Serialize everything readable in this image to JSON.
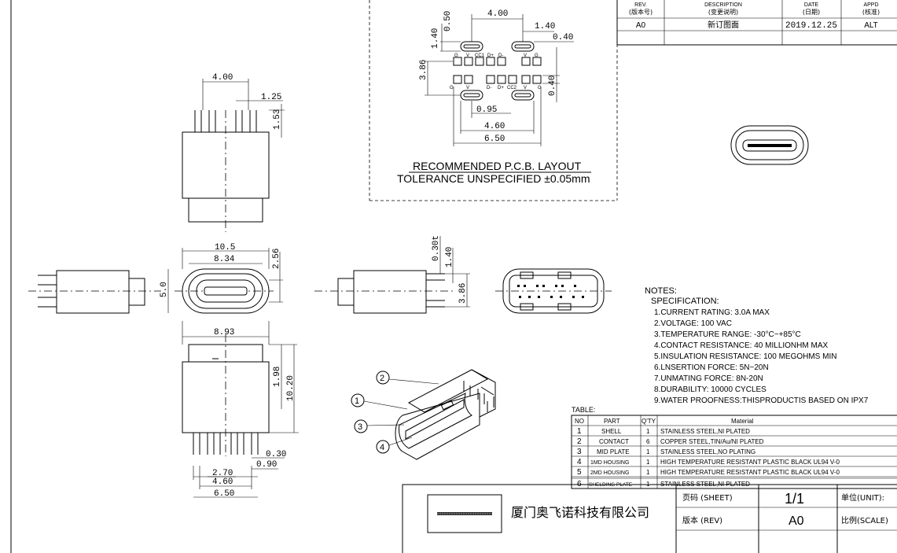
{
  "revision_table": {
    "headers": [
      {
        "en": "REV.",
        "cn": "(版本号)"
      },
      {
        "en": "DESCRIPTION",
        "cn": "(变更说明)"
      },
      {
        "en": "DATE",
        "cn": "(日期)"
      },
      {
        "en": "APPD",
        "cn": "(核准)"
      }
    ],
    "row": {
      "rev": "A0",
      "desc": "新订图面",
      "date": "2019.12.25",
      "appd": "ALT"
    }
  },
  "pcb_layout": {
    "title": "RECOMMENDED   P.C.B.  LAYOUT",
    "tolerance": "TOLERANCE  UNSPECIFIED  ±0.05mm",
    "dims": {
      "w400": "4.00",
      "w140": "1.40",
      "w040a": "0.40",
      "h140": "1.40",
      "h050": "0.50",
      "h386": "3.86",
      "h040": "0.40",
      "w095": "0.95",
      "w460": "4.60",
      "w650": "6.50"
    },
    "pin_labels_top": [
      "G",
      "V",
      "CC1",
      "D+",
      "D-",
      "V",
      "G"
    ],
    "pin_labels_bot": [
      "G",
      "V",
      "D-",
      "D+",
      "CC2",
      "V",
      "G"
    ]
  },
  "top_view": {
    "w400": "4.00",
    "w125": "1.25",
    "h153": "1.53"
  },
  "front_view": {
    "w105": "10.5",
    "w834": "8.34",
    "h256": "2.56",
    "h50": "5.0"
  },
  "side_view": {
    "h030": "0.30t",
    "h140": "1.40",
    "h386": "3.86"
  },
  "bottom_view": {
    "w893": "8.93",
    "h198": "1.98",
    "h1020": "10.20",
    "w030": "0.30",
    "w090": "0.90",
    "w270": "2.70",
    "w460": "4.60",
    "w650": "6.50"
  },
  "callouts": [
    "2",
    "1",
    "3",
    "4"
  ],
  "notes": {
    "title": "NOTES:",
    "subtitle": "SPECIFICATION:",
    "items": [
      "1.CURRENT RATING: 3.0A MAX",
      "2.VOLTAGE: 100 VAC",
      "3.TEMPERATURE RANGE: -30°C~+85°C",
      "4.CONTACT RESISTANCE: 40 MILLIONHM MAX",
      "5.INSULATION RESISTANCE: 100 MEGOHMS MIN",
      "6.LNSERTION FORCE: 5N~20N",
      "7.UNMATING FORCE: 8N-20N",
      "8.DURABILITY: 10000 CYCLES",
      "9.WATER PROOFNESS:THISPRODUCTIS BASED ON IPX7"
    ]
  },
  "bom": {
    "label": "TABLE:",
    "headers": [
      "NO",
      "PART",
      "Q'TY",
      "Material"
    ],
    "rows": [
      [
        "1",
        "SHELL",
        "1",
        "STAINLESS  STEEL,NI  PLATED"
      ],
      [
        "2",
        "CONTACT",
        "6",
        "COPPER  STEEL,TIN/Au/NI  PLATED"
      ],
      [
        "3",
        "MID PLATE",
        "1",
        "STAINLESS  STEEL,NO  PLATING"
      ],
      [
        "4",
        "1MD HOUSING",
        "1",
        "HIGH  TEMPERATURE  RESISTANT  PLASTIC  BLACK  UL94  V-0"
      ],
      [
        "5",
        "2MD HOUSING",
        "1",
        "HIGH  TEMPERATURE  RESISTANT  PLASTIC  BLACK  UL94  V-0"
      ],
      [
        "6",
        "SHELDING PLATE",
        "1",
        "STAINLESS  STEEL,NI  PLATED"
      ]
    ]
  },
  "title_block": {
    "company": "厦门奥飞诺科技有限公司",
    "sheet_label": "页码 (SHEET)",
    "sheet_value": "1/1",
    "unit_label": "单位(UNIT):",
    "rev_label": "版本 (REV)",
    "rev_value": "A0",
    "scale_label": "比例(SCALE)"
  }
}
